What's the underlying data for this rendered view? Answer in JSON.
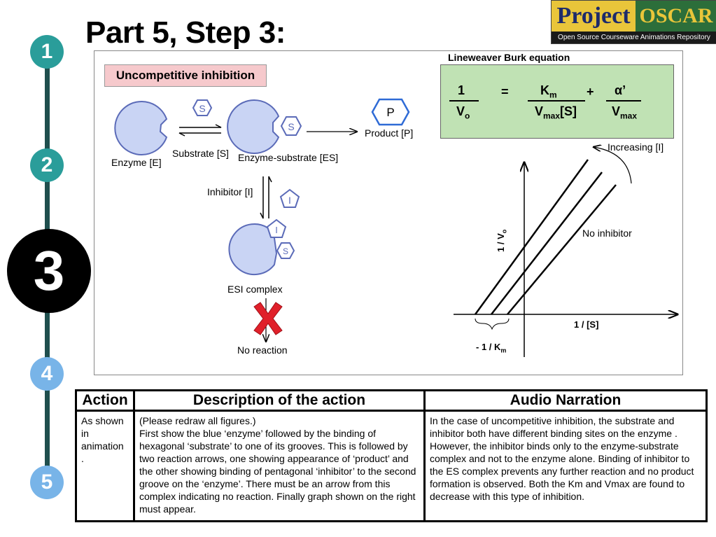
{
  "title": "Part 5, Step 3:",
  "logo": {
    "project": "Project",
    "oscar": "OSCAR",
    "subtitle": "Open Source Courseware Animations Repository"
  },
  "steps": [
    "1",
    "2",
    "3",
    "4",
    "5"
  ],
  "colors": {
    "step_teal": "#2a9d9a",
    "step_light_blue": "#78b4e8",
    "step_current": "#000000",
    "enzyme_fill": "#c9d4f4",
    "enzyme_stroke": "#5b6bb8",
    "equation_bg": "#c0e2b4",
    "label_bg": "#f6c9cc",
    "cross": "#e0202a"
  },
  "diagram": {
    "inhibition_type": "Uncompetitive inhibition",
    "substrate_symbol": "S",
    "inhibitor_symbol": "I",
    "product_symbol": "P",
    "enzyme_label": "Enzyme [E]",
    "substrate_label": "Substrate [S]",
    "es_label": "Enzyme-substrate [ES]",
    "product_label": "Product [P]",
    "inhibitor_label": "Inhibitor [I]",
    "esi_label": "ESI complex",
    "no_reaction_label": "No reaction"
  },
  "equation": {
    "title": "Lineweaver Burk equation",
    "lhs_num": "1",
    "lhs_den": "V",
    "lhs_den_sub": "o",
    "equals": "=",
    "k": "K",
    "k_sub": "m",
    "plus": "+",
    "alpha": "α’",
    "vmax1": "V",
    "vmax1_sub": "max",
    "vmax1_tail": "[S]",
    "vmax2": "V",
    "vmax2_sub": "max"
  },
  "chart_data": {
    "type": "line",
    "xlabel": "1 / [S]",
    "ylabel": "1 / V",
    "ylabel_sub": "o",
    "annotation_increasing": "Increasing [I]",
    "annotation_no_inhibitor": "No inhibitor",
    "intercept_label": "- 1 / K",
    "intercept_label_sub": "m",
    "series_count": 3,
    "parallel_lines": true,
    "grid": false
  },
  "table": {
    "headers": [
      "Action",
      "Description of the action",
      "Audio Narration"
    ],
    "action": "As shown in animation .",
    "description": [
      "(Please redraw all figures.)",
      "First show the blue ‘enzyme’ followed by the binding of hexagonal ‘substrate’ to one of its grooves. This is followed by two reaction arrows, one showing appearance of ‘product’ and the other showing binding of pentagonal ‘inhibitor’ to the second groove on the ‘enzyme’.  There must be an arrow from this complex indicating no reaction. Finally graph shown on the right must appear."
    ],
    "narration": "In the case of uncompetitive inhibition, the substrate and inhibitor both have different binding sites on the enzyme . However, the inhibitor binds only to the enzyme-substrate complex and not to the enzyme alone. Binding of inhibitor to the ES complex prevents any further reaction and no product formation is observed. Both the Km and Vmax are found to decrease with this type of inhibition."
  }
}
